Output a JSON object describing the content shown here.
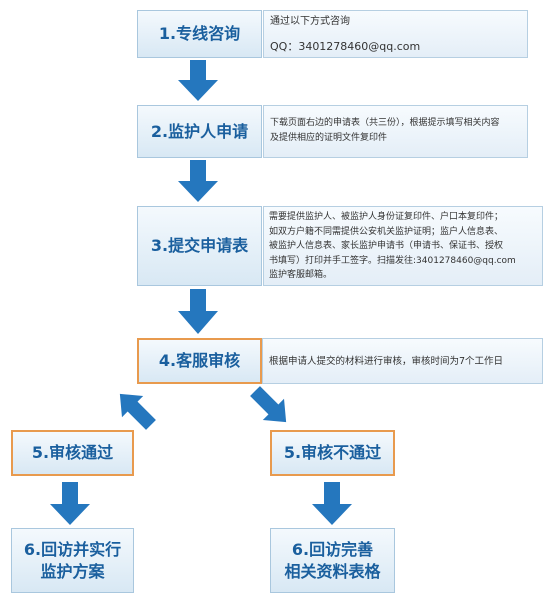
{
  "steps": {
    "s1": {
      "title": "1.专线咨询",
      "desc": [
        "通过以下方式咨询",
        "",
        "QQ：3401278460@qq.com"
      ]
    },
    "s2": {
      "title": "2.监护人申请",
      "desc": [
        "下载页面右边的申请表（共三份），根据提示填写相关内容",
        "及提供相应的证明文件复印件"
      ]
    },
    "s3": {
      "title": "3.提交申请表",
      "desc": [
        "需要提供监护人、被监护人身份证复印件、户口本复印件；",
        "如双方户籍不同需提供公安机关监护证明；监户人信息表、",
        "被监护人信息表、家长监护申请书（申请书、保证书、授权",
        "书填写）打印并手工签字。扫描发往:3401278460@qq.com",
        "监护客服邮箱。"
      ]
    },
    "s4": {
      "title": "4.客服审核",
      "desc": [
        "根据申请人提交的材料进行审核，审核时间为7个工作日"
      ]
    },
    "s5a": {
      "title": "5.审核通过"
    },
    "s5b": {
      "title": "5.审核不通过"
    },
    "s6a": {
      "title": "6.回访并实行\n监护方案"
    },
    "s6b": {
      "title": "6.回访完善\n相关资料表格"
    }
  },
  "colors": {
    "arrow": "#2577be",
    "title_text": "#1a5f9e",
    "orange_border": "#e89a4e",
    "blue_border": "#a9c7de"
  }
}
